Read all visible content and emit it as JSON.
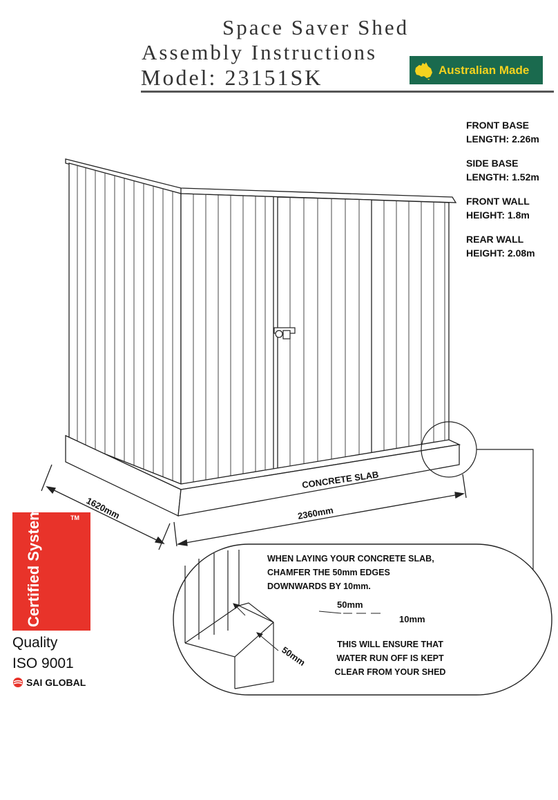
{
  "header": {
    "line1": "Space Saver Shed",
    "line2": "Assembly Instructions",
    "line3": "Model: 23151SK",
    "badge": "Australian Made"
  },
  "specs": [
    {
      "line1": "FRONT BASE",
      "line2": "LENGTH: 2.26m"
    },
    {
      "line1": "SIDE BASE",
      "line2": "LENGTH: 1.52m"
    },
    {
      "line1": "FRONT WALL",
      "line2": "HEIGHT: 1.8m"
    },
    {
      "line1": "REAR WALL",
      "line2": "HEIGHT: 2.08m"
    }
  ],
  "drawing": {
    "slab_label": "CONCRETE SLAB",
    "dim_side": "1620mm",
    "dim_front": "2360mm"
  },
  "detail": {
    "note1": "WHEN LAYING YOUR CONCRETE SLAB, CHAMFER THE 50mm EDGES DOWNWARDS BY 10mm.",
    "dim_50_top": "50mm",
    "dim_10": "10mm",
    "dim_50_side": "50mm",
    "note2": "THIS WILL ENSURE THAT WATER RUN OFF IS KEPT CLEAR FROM YOUR SHED"
  },
  "cert": {
    "badge_text": "Certified System",
    "tm": "TM",
    "quality": "Quality",
    "iso": "ISO 9001",
    "sai": "SAI GLOBAL"
  },
  "colors": {
    "badge_green": "#1a6a4e",
    "badge_yellow": "#f4d21f",
    "cert_red": "#e8332a"
  }
}
